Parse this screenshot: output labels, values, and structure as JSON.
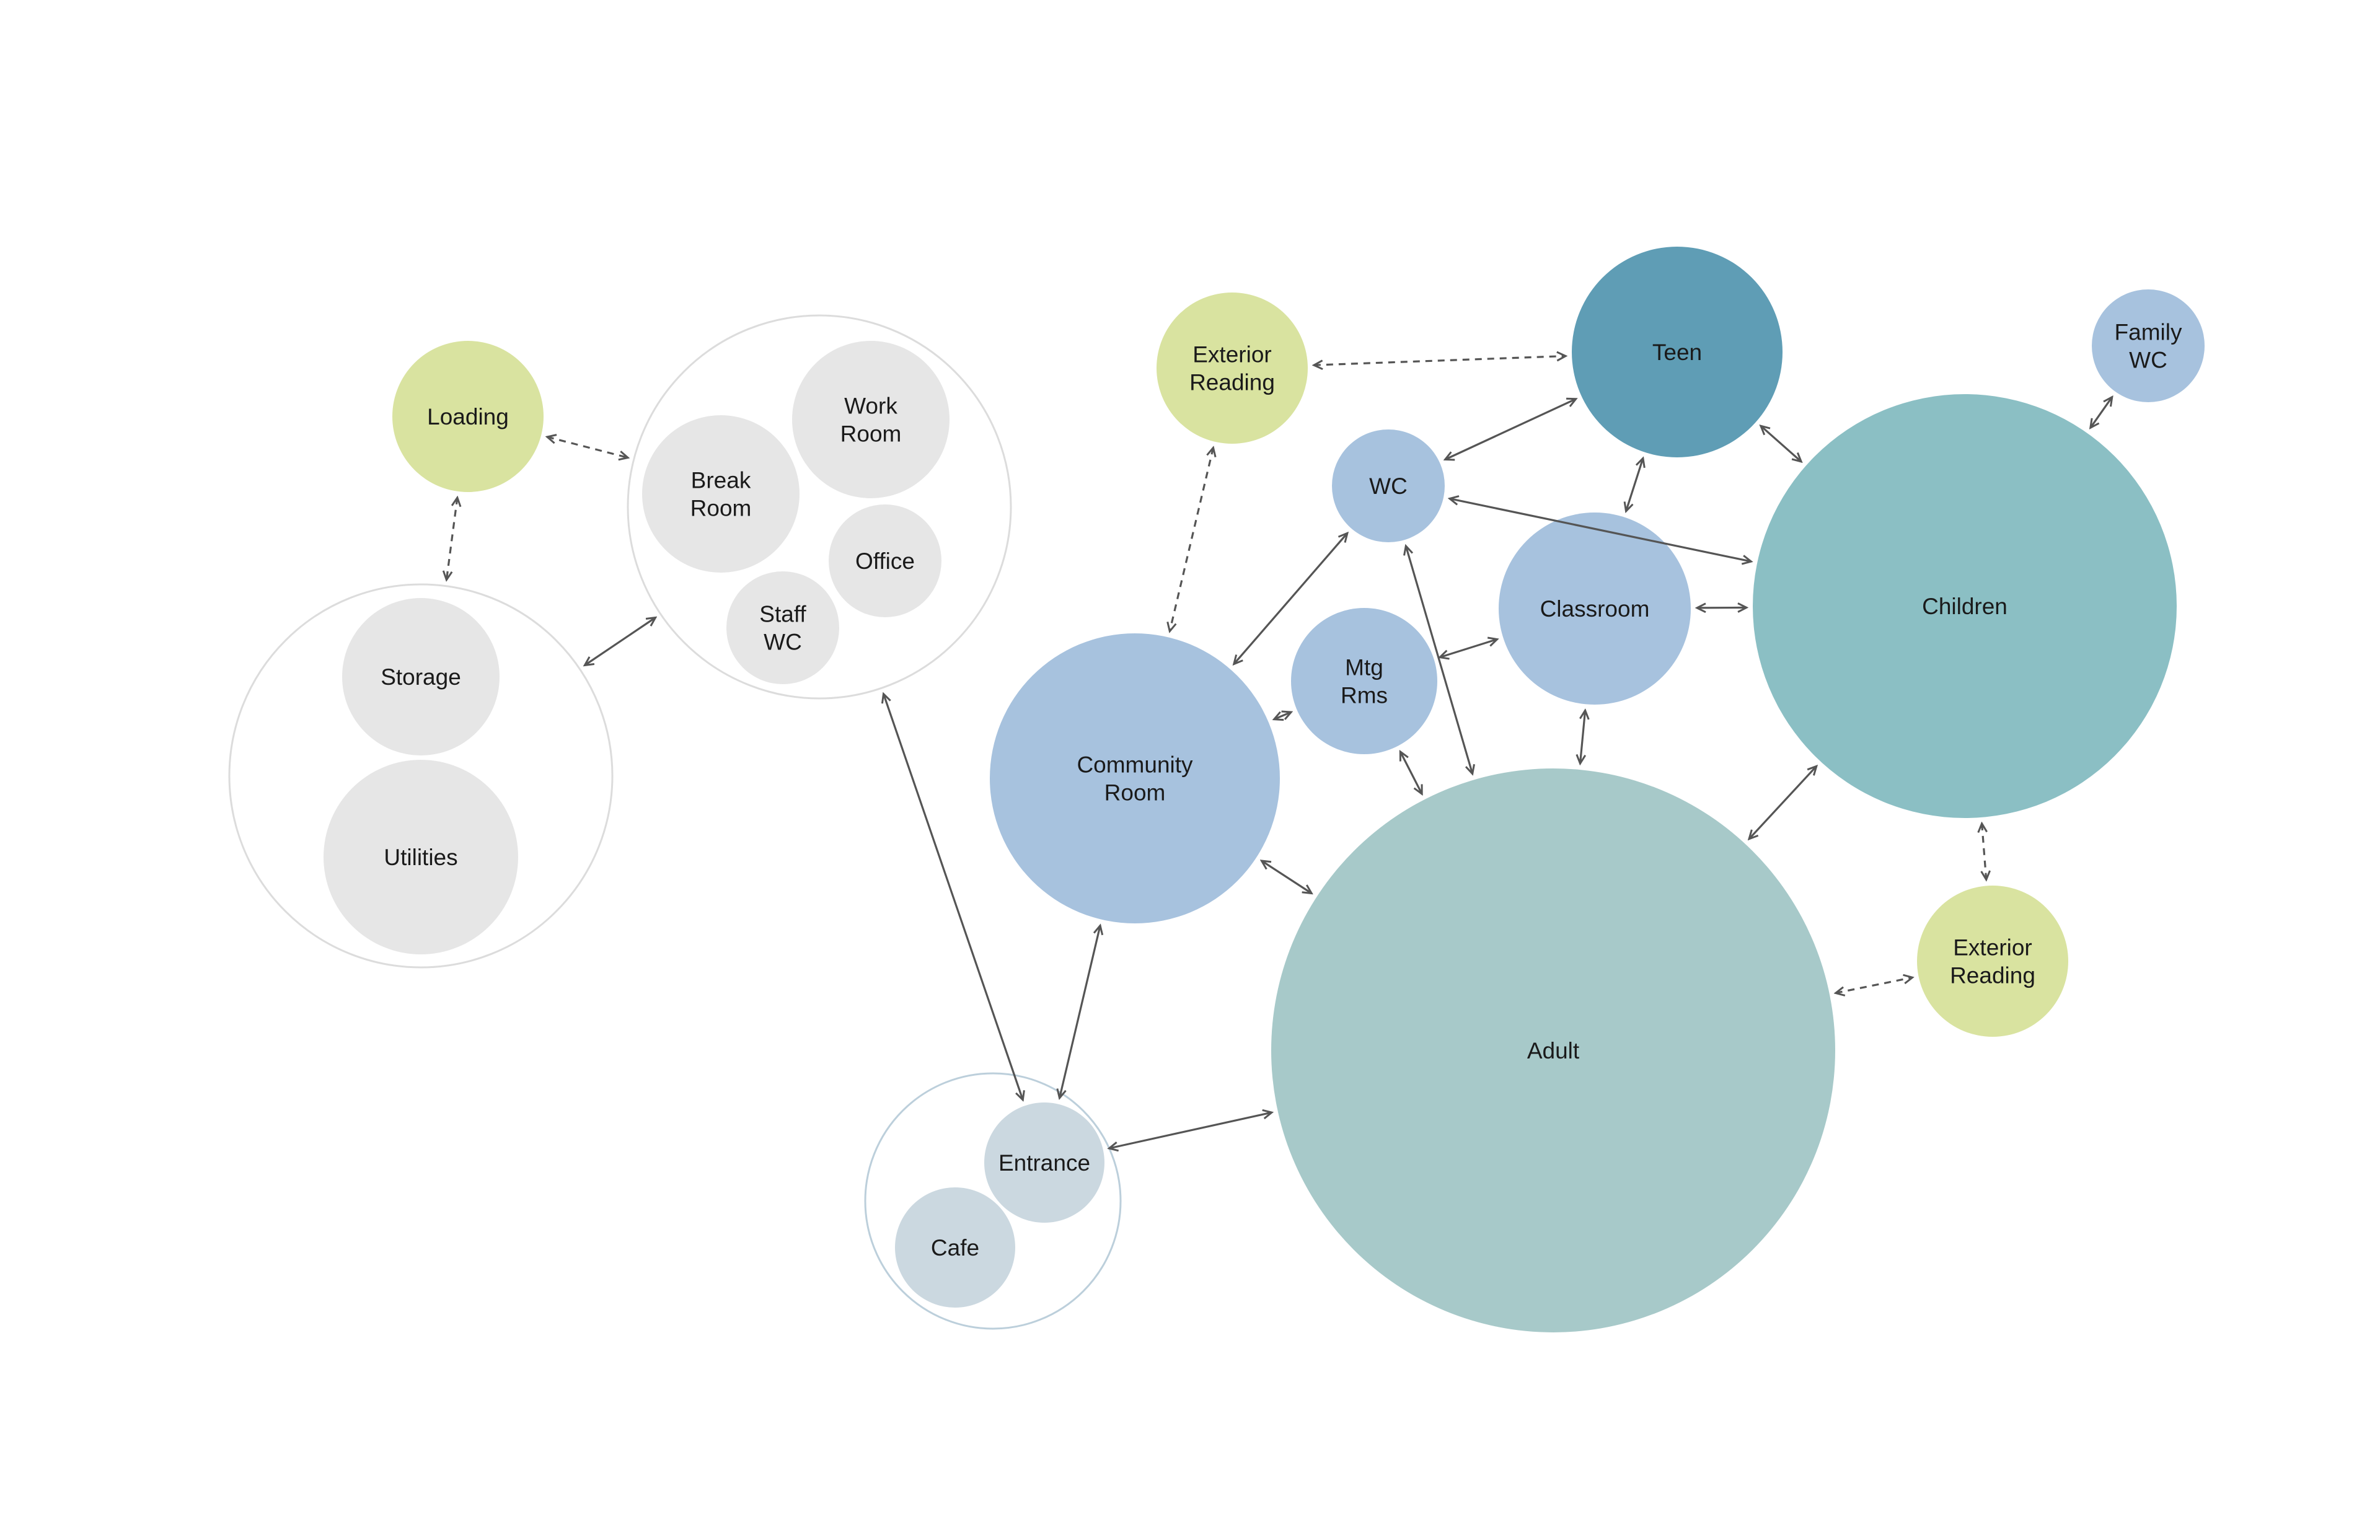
{
  "colors": {
    "background": "#ffffff",
    "service_gray": "#e6e6e6",
    "exterior_green": "#d9e3a0",
    "space_blue": "#a7c2de",
    "teen_teal": "#5f9db5",
    "children_teal": "#8bbfc4",
    "adult_teal": "#a7c9c9",
    "entry_gray_blue": "#cbd8e0",
    "ring_gray": "#dcdcdc",
    "ring_blue": "#bccfdb",
    "arrow": "#555555"
  },
  "diagram": {
    "nodes": [
      {
        "id": "loading",
        "lines": [
          "Loading"
        ],
        "color": "exterior_green"
      },
      {
        "id": "break-room",
        "lines": [
          "Break",
          "Room"
        ],
        "color": "service_gray"
      },
      {
        "id": "work-room",
        "lines": [
          "Work",
          "Room"
        ],
        "color": "service_gray"
      },
      {
        "id": "office",
        "lines": [
          "Office"
        ],
        "color": "service_gray"
      },
      {
        "id": "staff-wc",
        "lines": [
          "Staff",
          "WC"
        ],
        "color": "service_gray"
      },
      {
        "id": "storage",
        "lines": [
          "Storage"
        ],
        "color": "service_gray"
      },
      {
        "id": "utilities",
        "lines": [
          "Utilities"
        ],
        "color": "service_gray"
      },
      {
        "id": "exterior-reading-top",
        "lines": [
          "Exterior",
          "Reading"
        ],
        "color": "exterior_green"
      },
      {
        "id": "teen",
        "lines": [
          "Teen"
        ],
        "color": "teen_teal"
      },
      {
        "id": "family-wc",
        "lines": [
          "Family",
          "WC"
        ],
        "color": "space_blue"
      },
      {
        "id": "wc",
        "lines": [
          "WC"
        ],
        "color": "space_blue"
      },
      {
        "id": "classroom",
        "lines": [
          "Classroom"
        ],
        "color": "space_blue"
      },
      {
        "id": "children",
        "lines": [
          "Children"
        ],
        "color": "children_teal"
      },
      {
        "id": "mtg-rms",
        "lines": [
          "Mtg",
          "Rms"
        ],
        "color": "space_blue"
      },
      {
        "id": "community-room",
        "lines": [
          "Community",
          "Room"
        ],
        "color": "space_blue"
      },
      {
        "id": "adult",
        "lines": [
          "Adult"
        ],
        "color": "adult_teal"
      },
      {
        "id": "exterior-reading-right",
        "lines": [
          "Exterior",
          "Reading"
        ],
        "color": "exterior_green"
      },
      {
        "id": "entrance",
        "lines": [
          "Entrance"
        ],
        "color": "entry_gray_blue"
      },
      {
        "id": "cafe",
        "lines": [
          "Cafe"
        ],
        "color": "entry_gray_blue"
      }
    ],
    "groups": [
      {
        "id": "staff-group",
        "members": [
          "break-room",
          "work-room",
          "office",
          "staff-wc"
        ],
        "color": "ring_gray"
      },
      {
        "id": "service-group",
        "members": [
          "storage",
          "utilities"
        ],
        "color": "ring_gray"
      },
      {
        "id": "entry-group",
        "members": [
          "entrance",
          "cafe"
        ],
        "color": "ring_blue"
      }
    ],
    "edges": [
      {
        "from": "loading",
        "to": "staff-group",
        "style": "dashed"
      },
      {
        "from": "loading",
        "to": "service-group",
        "style": "dashed"
      },
      {
        "from": "service-group",
        "to": "staff-group",
        "style": "solid"
      },
      {
        "from": "staff-group",
        "to": "entrance",
        "style": "solid"
      },
      {
        "from": "exterior-reading-top",
        "to": "teen",
        "style": "dashed"
      },
      {
        "from": "exterior-reading-top",
        "to": "community-room",
        "style": "dashed"
      },
      {
        "from": "wc",
        "to": "teen",
        "style": "solid"
      },
      {
        "from": "wc",
        "to": "children",
        "style": "solid"
      },
      {
        "from": "wc",
        "to": "community-room",
        "style": "solid"
      },
      {
        "from": "wc",
        "to": "adult",
        "style": "solid"
      },
      {
        "from": "teen",
        "to": "children",
        "style": "solid"
      },
      {
        "from": "teen",
        "to": "classroom",
        "style": "solid"
      },
      {
        "from": "family-wc",
        "to": "children",
        "style": "solid"
      },
      {
        "from": "classroom",
        "to": "children",
        "style": "solid"
      },
      {
        "from": "mtg-rms",
        "to": "classroom",
        "style": "solid"
      },
      {
        "from": "mtg-rms",
        "to": "community-room",
        "style": "solid"
      },
      {
        "from": "mtg-rms",
        "to": "adult",
        "style": "solid"
      },
      {
        "from": "classroom",
        "to": "adult",
        "style": "solid"
      },
      {
        "from": "children",
        "to": "adult",
        "style": "solid"
      },
      {
        "from": "children",
        "to": "exterior-reading-right",
        "style": "dashed"
      },
      {
        "from": "adult",
        "to": "exterior-reading-right",
        "style": "dashed"
      },
      {
        "from": "community-room",
        "to": "adult",
        "style": "solid"
      },
      {
        "from": "community-room",
        "to": "entrance",
        "style": "solid"
      },
      {
        "from": "entrance",
        "to": "adult",
        "style": "solid"
      }
    ]
  }
}
